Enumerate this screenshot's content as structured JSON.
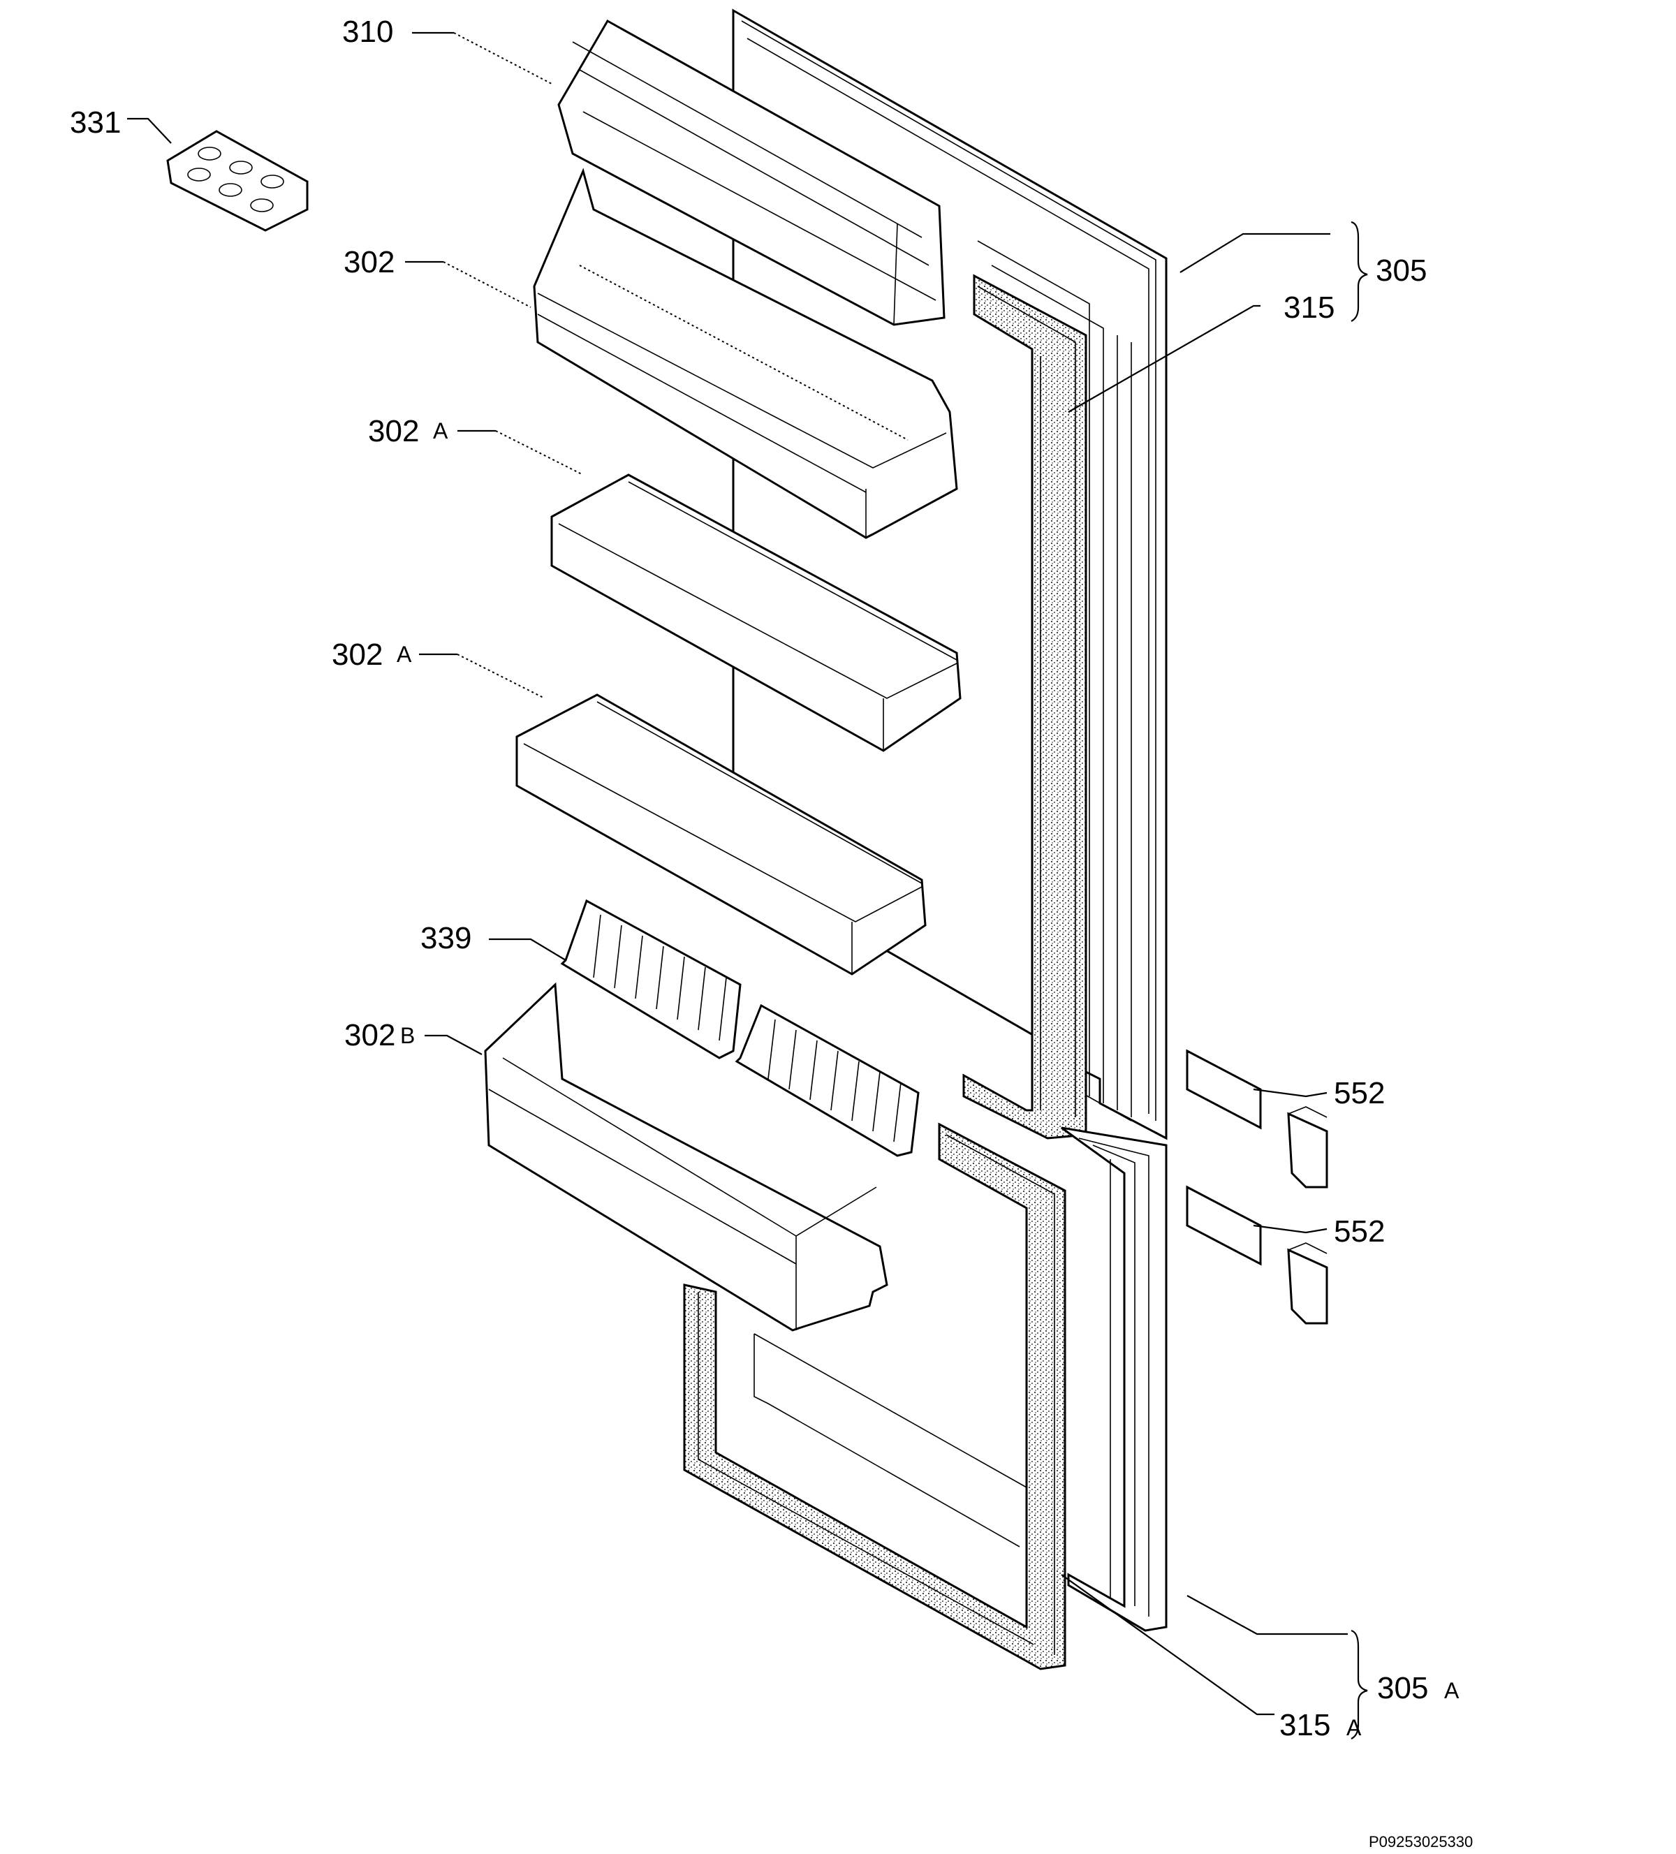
{
  "labels": {
    "p310": "310",
    "p331": "331",
    "p302": "302",
    "p302a_1": "302",
    "p302a_1_suffix": "A",
    "p302a_2": "302",
    "p302a_2_suffix": "A",
    "p339": "339",
    "p302b": "302",
    "p302b_suffix": "B",
    "p305": "305",
    "p315": "315",
    "p552_1": "552",
    "p552_2": "552",
    "p305a": "305",
    "p305a_suffix": "A",
    "p315a": "315",
    "p315a_suffix": "A"
  },
  "drawing_code": "P09253025330"
}
